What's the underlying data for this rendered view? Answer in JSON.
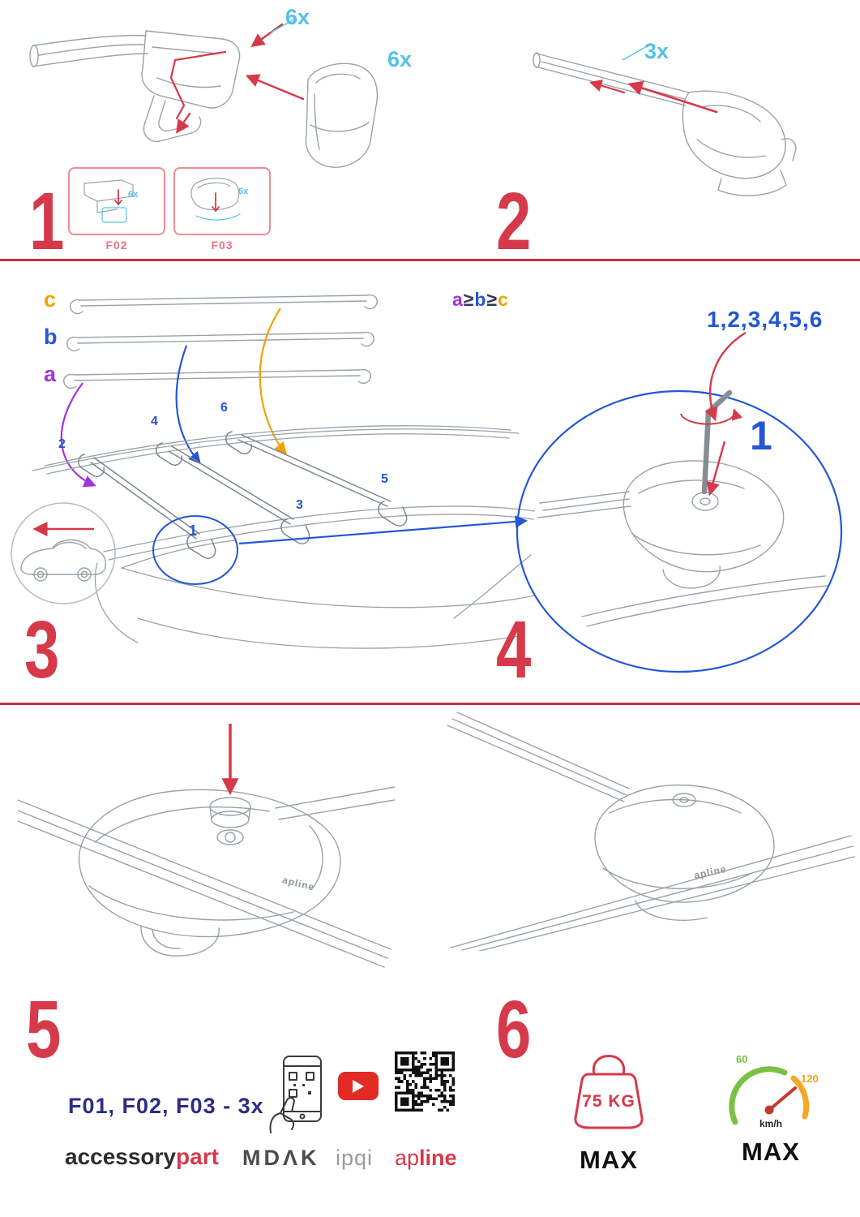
{
  "colors": {
    "accent_red": "#d6394a",
    "cyan": "#53c1ea",
    "blue": "#2456d6",
    "purple": "#a234d8",
    "orange": "#f0a200",
    "navy": "#2d2d86",
    "green": "#7ac143",
    "speed_orange": "#f5a623"
  },
  "step1": {
    "num": "1",
    "qty_clamp": "6x",
    "qty_cover": "6x",
    "boxes": [
      {
        "label": "F02",
        "qty": "6x"
      },
      {
        "label": "F03",
        "qty": "6x"
      }
    ]
  },
  "step2": {
    "num": "2",
    "qty": "3x"
  },
  "step3": {
    "num": "3",
    "bar_c": "c",
    "bar_b": "b",
    "bar_a": "a",
    "rule_a": "a",
    "rule_ge1": "≥",
    "rule_b": "b",
    "rule_ge2": "≥",
    "rule_c": "c",
    "pos1": "1",
    "pos2": "2",
    "pos3": "3",
    "pos4": "4",
    "pos5": "5",
    "pos6": "6"
  },
  "step4": {
    "num": "4",
    "sequence": "1,2,3,4,5,6",
    "first": "1"
  },
  "step5": {
    "num": "5"
  },
  "step6": {
    "num": "6"
  },
  "clamp_logo": "apline",
  "footer": {
    "parts_note": "F01, F02, F03 - 3x",
    "logo_accessory": "accessory",
    "logo_part": "part",
    "logo_mdak": "MDΛK",
    "logo_ipqi": "ipqi",
    "logo_ap": "ap",
    "logo_line": "line",
    "weight_value": "75 KG",
    "weight_max": "MAX",
    "speed_low": "60",
    "speed_high": "120",
    "speed_unit": "km/h",
    "speed_max": "MAX"
  }
}
